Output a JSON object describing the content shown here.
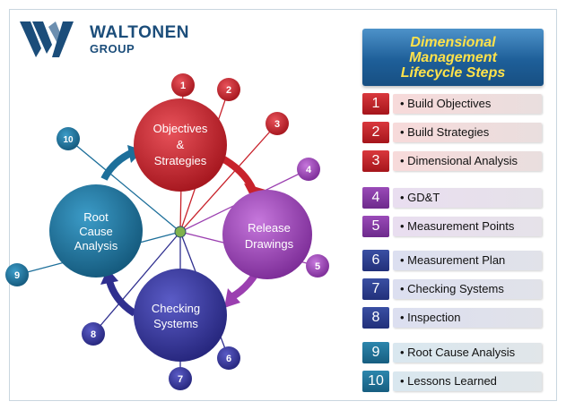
{
  "logo": {
    "name": "WALTONEN",
    "sub": "GROUP"
  },
  "panel": {
    "title_lines": [
      "Dimensional",
      "Management",
      "Lifecycle Steps"
    ]
  },
  "steps": [
    {
      "num": "1",
      "label": "• Build Objectives",
      "group": "red"
    },
    {
      "num": "2",
      "label": "• Build Strategies",
      "group": "red"
    },
    {
      "num": "3",
      "label": "• Dimensional Analysis",
      "group": "red"
    },
    {
      "num": "4",
      "label": "• GD&T",
      "group": "pur"
    },
    {
      "num": "5",
      "label": "• Measurement Points",
      "group": "pur"
    },
    {
      "num": "6",
      "label": "• Measurement Plan",
      "group": "nav"
    },
    {
      "num": "7",
      "label": "• Checking Systems",
      "group": "nav"
    },
    {
      "num": "8",
      "label": "• Inspection",
      "group": "nav"
    },
    {
      "num": "9",
      "label": "• Root Cause Analysis",
      "group": "teal"
    },
    {
      "num": "10",
      "label": "• Lessons Learned",
      "group": "teal"
    }
  ],
  "diagram": {
    "phases": [
      {
        "id": "objectives",
        "lines": [
          "Objectives",
          "&",
          "Strategies"
        ],
        "color": "#c8222b"
      },
      {
        "id": "release",
        "lines": [
          "Release",
          "Drawings"
        ],
        "color": "#9b3fb0"
      },
      {
        "id": "checking",
        "lines": [
          "Checking",
          "Systems"
        ],
        "color": "#2f2f8f"
      },
      {
        "id": "root-cause",
        "lines": [
          "Root",
          "Cause",
          "Analysis"
        ],
        "color": "#1d6f9a"
      }
    ],
    "nodes": [
      "1",
      "2",
      "3",
      "4",
      "5",
      "6",
      "7",
      "8",
      "9",
      "10"
    ]
  },
  "colors": {
    "red": "#c8222b",
    "purple": "#9b3fb0",
    "navy": "#2f2f8f",
    "teal": "#1d6f9a",
    "title_text": "#ffe24a",
    "title_bg": "#1e5f99"
  }
}
